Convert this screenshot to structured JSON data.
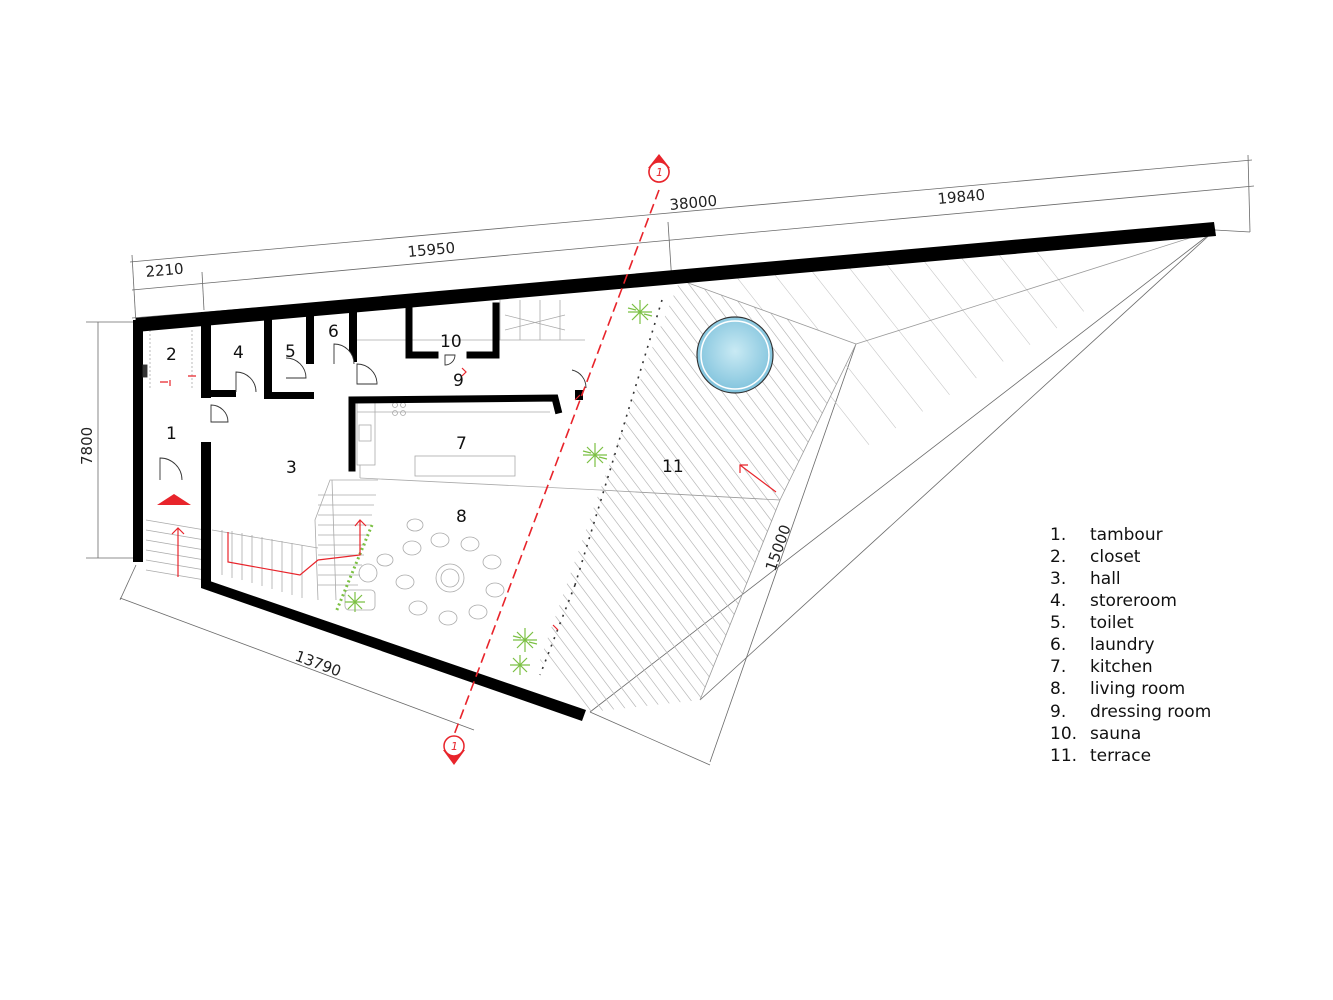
{
  "dimensions": {
    "total_length": "38000",
    "terrace_length": "19840",
    "house_length": "15950",
    "entry_width": "2210",
    "left_height": "7800",
    "bottom_length": "13790",
    "terrace_diagonal": "15000"
  },
  "section_markers": [
    {
      "label": "1"
    },
    {
      "label": "1"
    }
  ],
  "room_numbers": [
    "1",
    "2",
    "3",
    "4",
    "5",
    "6",
    "7",
    "8",
    "9",
    "10",
    "11"
  ],
  "legend": [
    {
      "num": "1.",
      "name": "tambour"
    },
    {
      "num": "2.",
      "name": "closet"
    },
    {
      "num": "3.",
      "name": "hall"
    },
    {
      "num": "4.",
      "name": "storeroom"
    },
    {
      "num": "5.",
      "name": "toilet"
    },
    {
      "num": "6.",
      "name": "laundry"
    },
    {
      "num": "7.",
      "name": "kitchen"
    },
    {
      "num": "8.",
      "name": "living room"
    },
    {
      "num": "9.",
      "name": "dressing room"
    },
    {
      "num": "10.",
      "name": "sauna"
    },
    {
      "num": "11.",
      "name": "terrace"
    }
  ],
  "colors": {
    "wall": "#000000",
    "accent": "#e8242b",
    "pool": "#a9d8e9",
    "plant": "#7bc043"
  }
}
